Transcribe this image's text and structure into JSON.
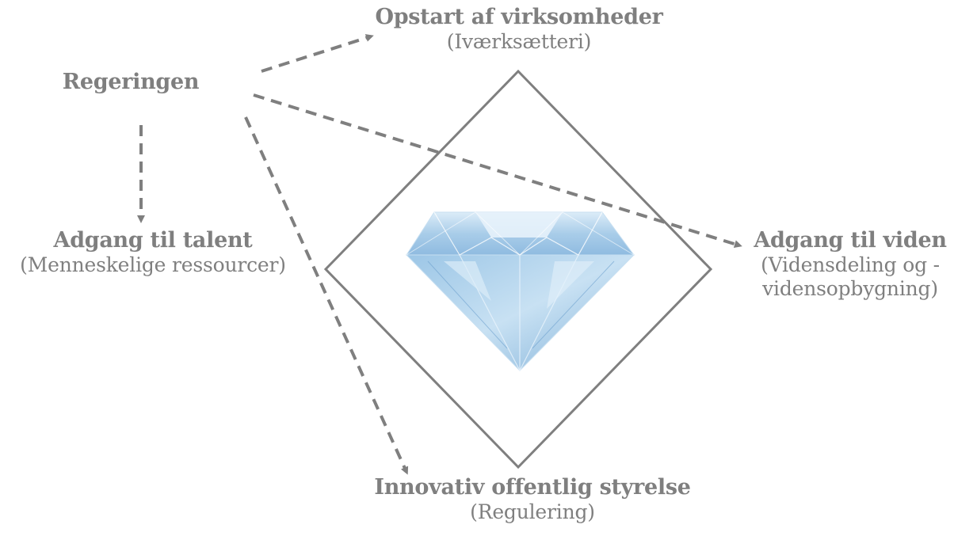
{
  "nodes": {
    "government": {
      "title": "Regeringen"
    },
    "startups": {
      "title": "Opstart af virksomheder",
      "subtitle": "(Iværksætteri)"
    },
    "talent": {
      "title": "Adgang til talent",
      "subtitle": "(Menneskelige ressourcer)"
    },
    "knowledge": {
      "title": "Adgang til viden",
      "subtitle_line1": "(Vidensdeling og -",
      "subtitle_line2": "vidensopbygning)"
    },
    "innovation": {
      "title": "Innovativ offentlig styrelse",
      "subtitle": "(Regulering)"
    }
  },
  "center_image": {
    "icon": "diamond-icon",
    "color": "#bcd9ef"
  },
  "colors": {
    "text": "#7f7f7f",
    "arrow": "#7f7f7f",
    "frame": "#7f7f7f"
  }
}
